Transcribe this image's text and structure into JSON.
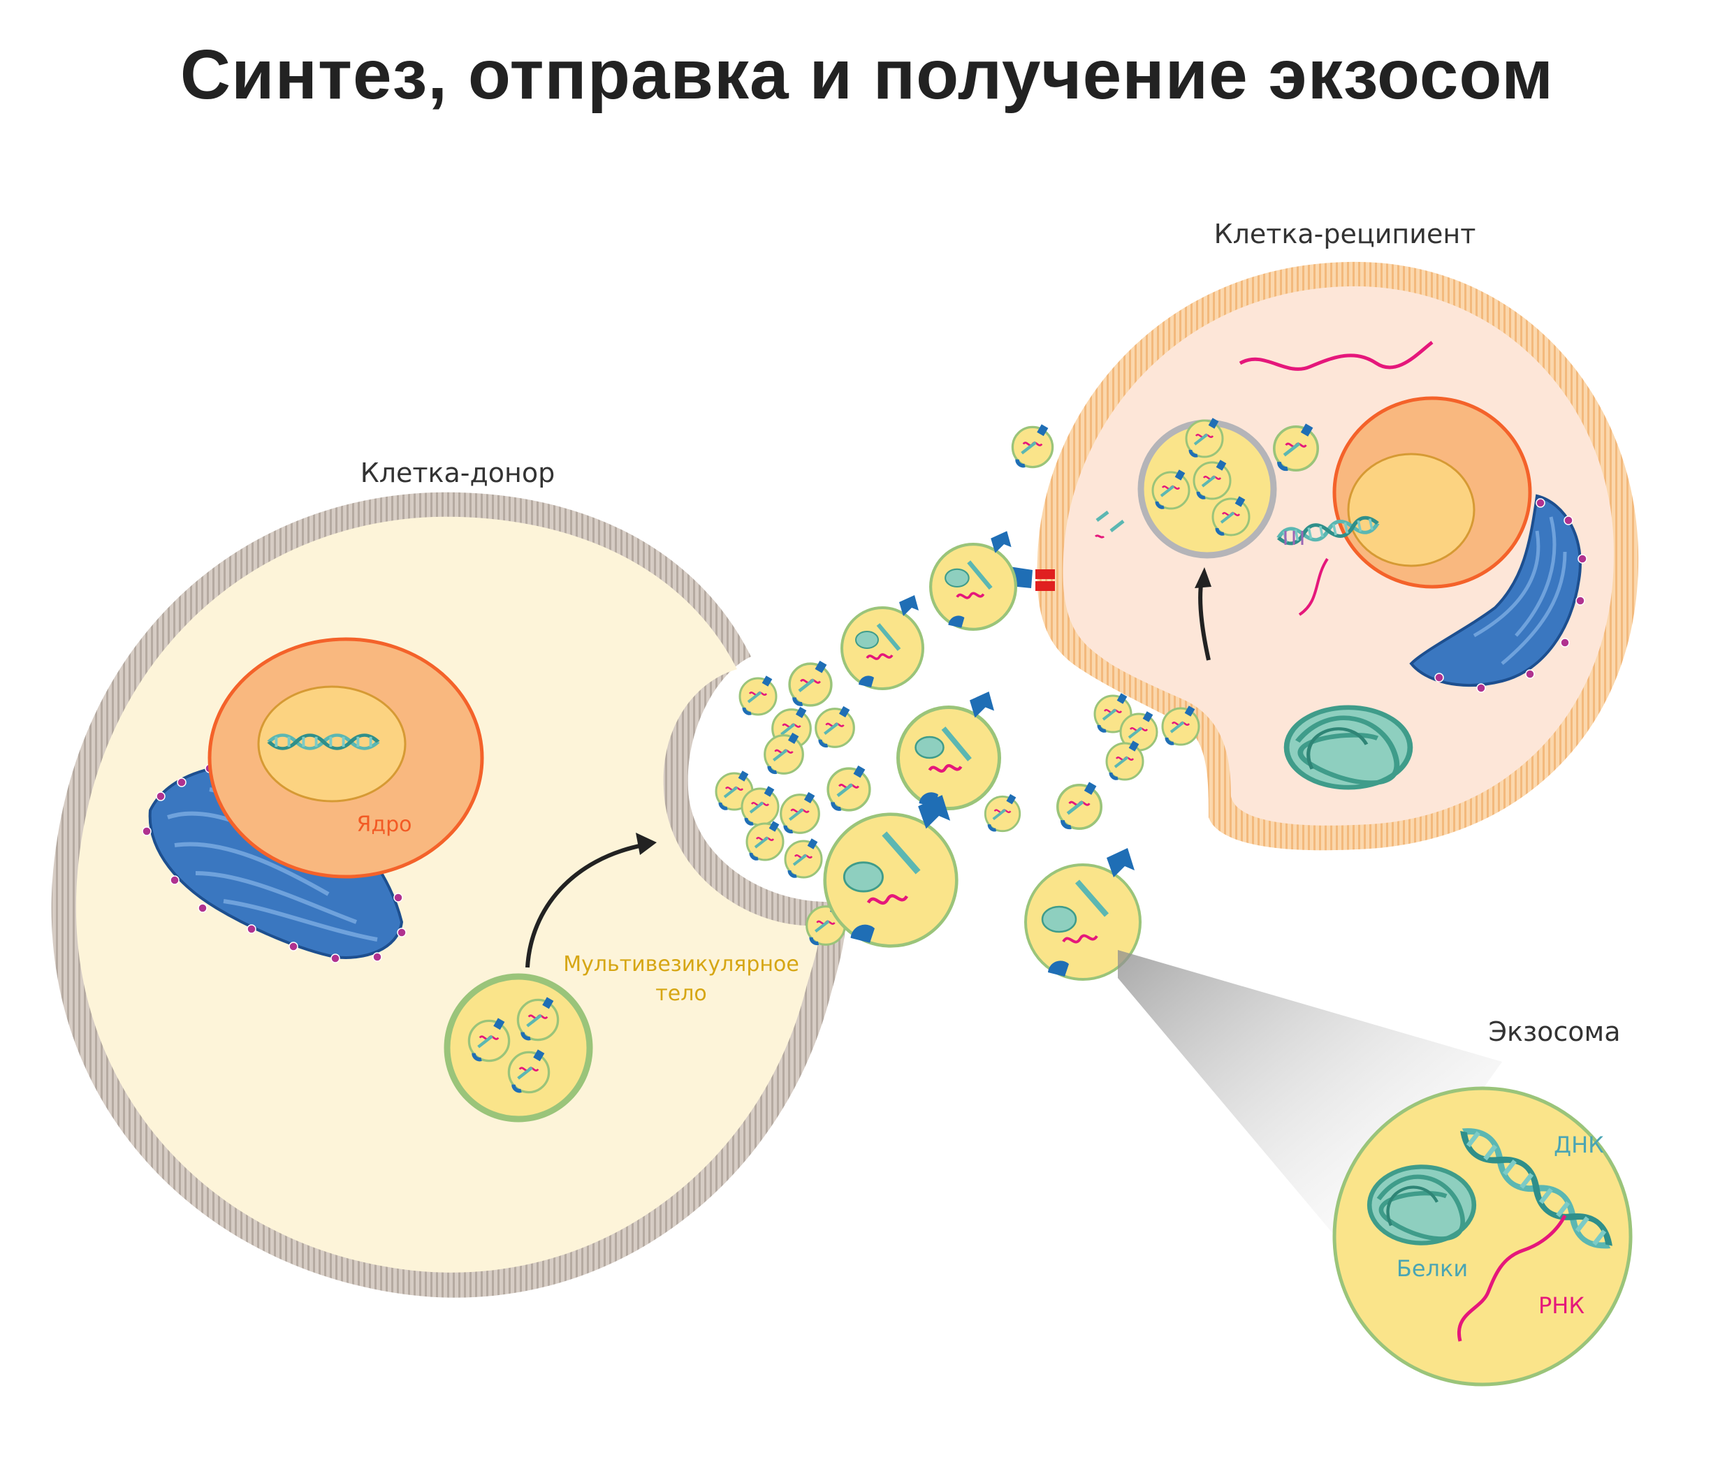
{
  "title": "Синтез, отправка и получение экзосом",
  "labels": {
    "donor_cell": "Клетка-донор",
    "recipient_cell": "Клетка-реципиент",
    "nucleus": "Ядро",
    "mvb_line1": "Мультивезикулярное",
    "mvb_line2": "тело",
    "exosome": "Экзосома",
    "dna": "ДНК",
    "proteins": "Белки",
    "rna": "РНК"
  },
  "colors": {
    "donor_cytoplasm": "#fdf4d9",
    "donor_membrane": "#c8bdb4",
    "recipient_cytoplasm": "#fde6d8",
    "recipient_membrane": "#f6c48f",
    "nucleus_outer": "#f9b87f",
    "nucleus_border": "#f4622a",
    "nucleolus": "#fcd381",
    "vesicle_fill": "#fae48a",
    "vesicle_border": "#9ac47a",
    "receptor_blue": "#1f6eb5",
    "dna_teal": "#5bb7b2",
    "rna_pink": "#e5177b",
    "protein_teal": "#4aa896",
    "er_blue": "#3a77c0",
    "ribosome": "#b0328f",
    "label_orange": "#f25a24",
    "label_gold": "#d6a614",
    "label_teal": "#4aa5b4",
    "label_pink": "#e5177b"
  }
}
